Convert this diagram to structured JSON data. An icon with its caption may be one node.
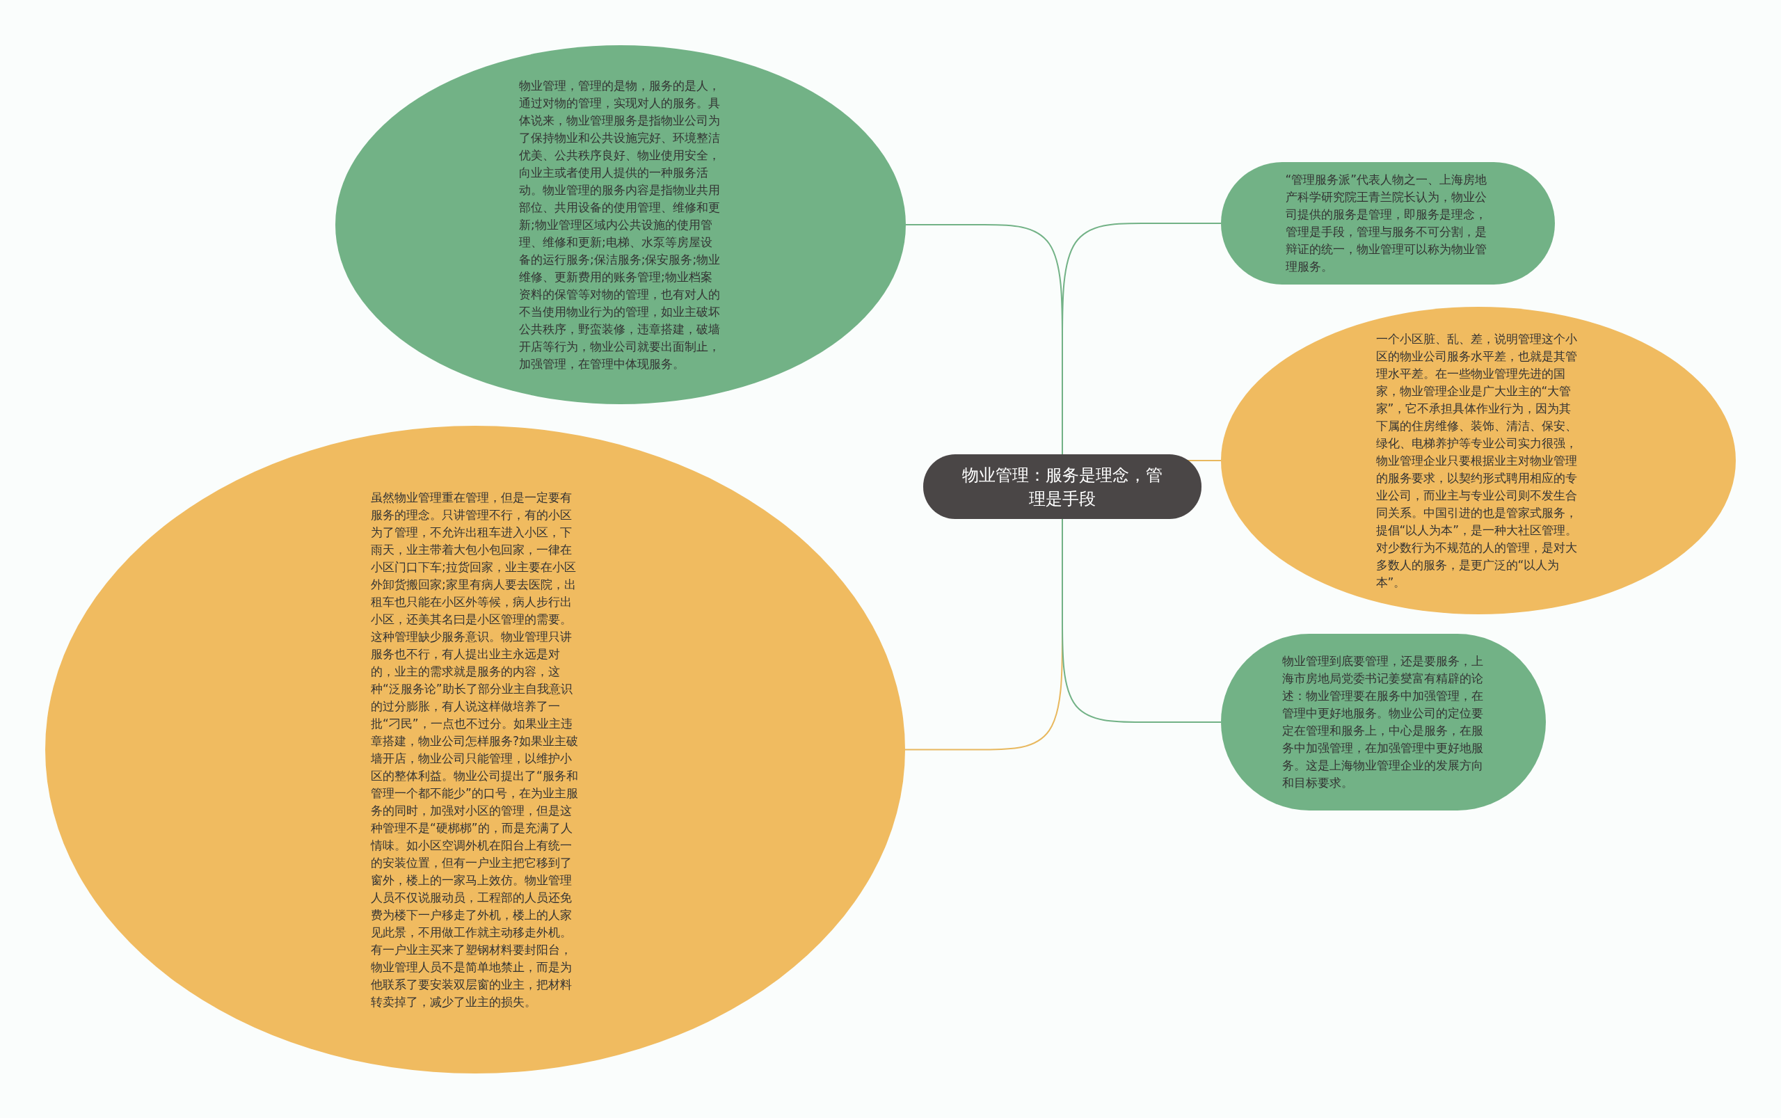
{
  "diagram": {
    "nodes": [
      {
        "text": [
          "物业管理：服务是理念，管理是手段"
        ]
      },
      {
        "text": [
          "物业管理，管理的是物，服务的是人，通过对物的管理，实现对人的服务。具体说来，物业管理服务是指物业公司为了保持物业和公共设施完好、环境整洁优美、公共秩序良好、物业使用安全，向业主或者使用人提供的一种服务活动。物业管理的服务内容是指物业共用部位、共用设备的使用管理、维修和更新;物业管理区域内公共设施的使用管理、维修和更新;电梯、水泵等房屋设备的运行服务;保洁服务;保安服务;物业维修、更新费用的账务管理;物业档案资料的保管等对物的管理，也有对人的不当使用物业行为的管理，如业主破坏公共秩序，野蛮装修，违章搭建，破墙开店等行为，物业公司就要出面制止，加强管理，在管理中体现服务。"
        ]
      },
      {
        "text": [
          "虽然物业管理重在管理，但是一定要有服务的理念。只讲管理不行，有的小区为了管理，不允许出租车进入小区，下雨天，业主带着大包小包回家，一律在小区门口下车;拉货回家，业主要在小区外卸货搬回家;家里有病人要去医院，出租车也只能在小区外等候，病人步行出小区，还美其名曰是小区管理的需要。这种管理缺少服务意识。物业管理只讲服务也不行，有人提出业主永远是对的，业主的需求就是服务的内容，这种“泛服务论”助长了部分业主自我意识的过分膨胀，有人说这样做培养了一批“刁民”，一点也不过分。如果业主违章搭建，物业公司怎样服务?如果业主破墙开店，物业公司只能管理，以维护小区的整体利益。物业公司提出了“服务和管理一个都不能少”的口号，在为业主服务的同时，加强对小区的管理，但是这种管理不是“硬梆梆”的，而是充满了人情味。如小区空调外机在阳台上有统一的安装位置，但有一户业主把它移到了窗外，楼上的一家马上效仿。物业管理人员不仅说服动员，工程部的人员还免费为楼下一户移走了外机，楼上的人家见此景，不用做工作就主动移走外机。有一户业主买来了塑钢材料要封阳台，物业管理人员不是简单地禁止，而是为他联系了要安装双层窗的业主，把材料转卖掉了，减少了业主的损失。"
        ]
      },
      {
        "text": [
          "“管理服务派”代表人物之一、上海房地产科学研究院王青兰院长认为，物业公司提供的服务是管理，即服务是理念，管理是手段，管理与服务不可分割，是辩证的统一，物业管理可以称为物业管理服务。"
        ]
      },
      {
        "text": [
          "一个小区脏、乱、差，说明管理这个小区的物业公司服务水平差，也就是其管理水平差。在一些物业管理先进的国家，物业管理企业是广大业主的“大管家”，它不承担具体作业行为，因为其下属的住房维修、装饰、清洁、保安、绿化、电梯养护等专业公司实力很强，物业管理企业只要根据业主对物业管理的服务要求，以契约形式聘用相应的专业公司，而业主与专业公司则不发生合同关系。中国引进的也是管家式服务，提倡“以人为本”，是一种大社区管理。对少数行为不规范的人的管理，是对大多数人的服务，是更广泛的“以人为本”。"
        ]
      },
      {
        "text": [
          "物业管理到底要管理，还是要服务，上海市房地局党委书记姜燮富有精辟的论述：物业管理要在服务中加强管理，在管理中更好地服务。物业公司的定位要定在管理和服务上，中心是服务，在服务中加强管理，在加强管理中更好地服务。这是上海物业管理企业的发展方向和目标要求。"
        ]
      }
    ],
    "edges": [
      {
        "from": 0,
        "to": 1,
        "arrow": "none"
      },
      {
        "from": 0,
        "to": 2,
        "arrow": "none",
        "color": "#e8b85e"
      },
      {
        "from": 0,
        "to": 3,
        "arrow": "none"
      },
      {
        "from": 0,
        "to": 4,
        "arrow": "none",
        "color": "#e8b85e"
      },
      {
        "from": 0,
        "to": 5,
        "arrow": "none"
      }
    ]
  }
}
